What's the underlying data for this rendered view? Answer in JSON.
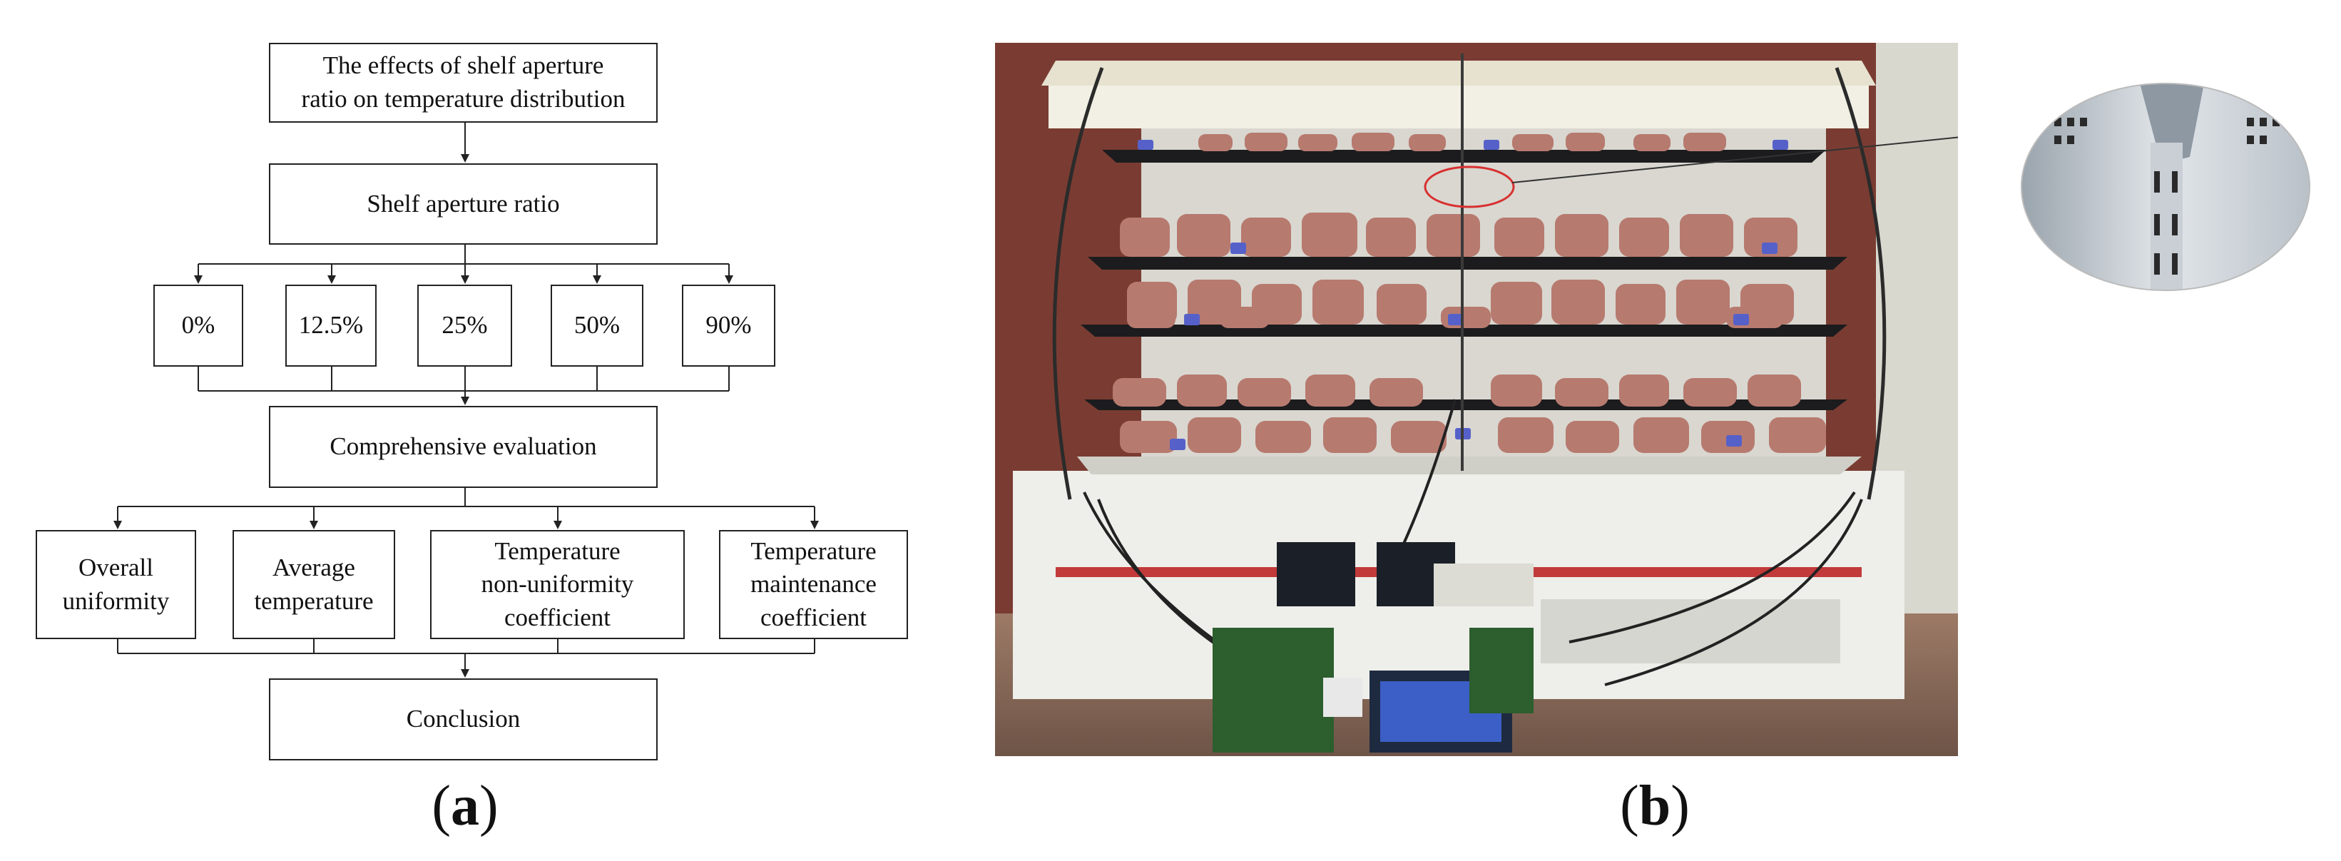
{
  "panel_a": {
    "title_box": "The effects of shelf aperture\nratio on temperature distribution",
    "ratio_box": "Shelf aperture ratio",
    "ratios": [
      "0%",
      "12.5%",
      "25%",
      "50%",
      "90%"
    ],
    "evaluation_box": "Comprehensive evaluation",
    "metrics": [
      "Overall\nuniformity",
      "Average\ntemperature",
      "Temperature\nnon-uniformity\ncoefficient",
      "Temperature\nmaintenance\ncoefficient"
    ],
    "conclusion_box": "Conclusion",
    "label": "a"
  },
  "panel_b": {
    "label": "b"
  },
  "colors": {
    "line": "#222222",
    "meat": "#b77a6f",
    "case_white": "#eeeeea",
    "wall_brick": "#7a3c32",
    "shelf_black": "#1c1c1e",
    "red_stripe": "#c23a3a",
    "highlight_circle": "#d83030"
  }
}
